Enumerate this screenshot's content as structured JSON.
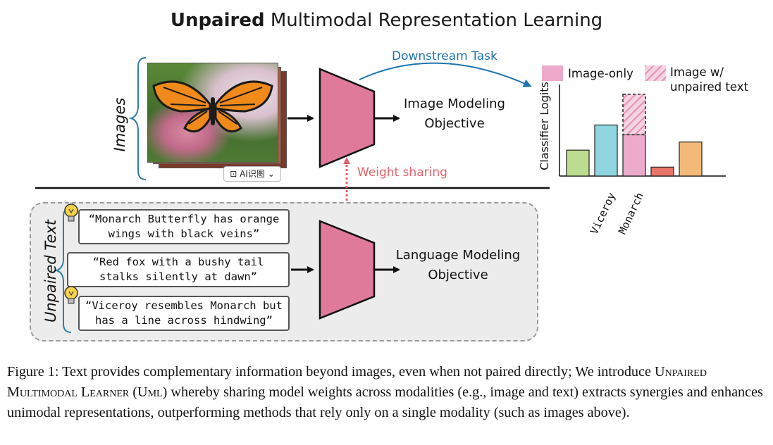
{
  "title": {
    "bold": "Unpaired",
    "rest": " Multimodal Representation Learning"
  },
  "labels": {
    "images": "Images",
    "unpaired_text": "Unpaired Text",
    "downstream_task": "Downstream Task",
    "weight_sharing": "Weight sharing",
    "image_objective_line1": "Image Modeling",
    "image_objective_line2": "Objective",
    "language_objective_line1": "Language Modeling",
    "language_objective_line2": "Objective",
    "ai_badge": "AI识图"
  },
  "captions": [
    {
      "line1": "“Monarch Butterfly has orange",
      "line2": "wings with black veins”",
      "has_bulb": true
    },
    {
      "line1": "“Red fox with a bushy tail",
      "line2": "stalks silently at dawn”",
      "has_bulb": false
    },
    {
      "line1": "“Viceroy resembles Monarch but",
      "line2": "has a line across hindwing”",
      "has_bulb": true
    }
  ],
  "colors": {
    "encoder": "#e07a9a",
    "downstream": "#1e73b0",
    "weight_sharing": "#e5606a",
    "image_only": "#eeaacb",
    "bar_green": "#bcdc8f",
    "bar_cyan": "#8fd6e0",
    "bar_pink": "#eeaacb",
    "bar_red": "#e8756a",
    "bar_orange": "#f2b978"
  },
  "chart_data": {
    "type": "bar",
    "ylabel": "Classifier Logits",
    "legend": [
      "Image-only",
      "Image w/ unpaired text"
    ],
    "legend_placement": "top",
    "categories": [
      "",
      "Viceroy",
      "Monarch",
      "",
      ""
    ],
    "values_image_only": [
      0.32,
      0.63,
      0.51,
      0.11,
      0.42
    ],
    "extra_unpaired_text": [
      0,
      0,
      0.5,
      0,
      0
    ],
    "bar_colors": [
      "#bcdc8f",
      "#8fd6e0",
      "#eeaacb",
      "#e8756a",
      "#f2b978"
    ]
  },
  "caption": {
    "prefix": "Figure 1: Text provides complementary information beyond images, even when not paired directly; We introduce ",
    "name": "Unpaired Multimodal Learner",
    "abbr_open": " (",
    "abbr": "Uml",
    "suffix": ") whereby sharing model weights across modalities (e.g., image and text) extracts synergies and enhances unimodal representations, outperforming methods that rely only on a single modality (such as images above)."
  }
}
